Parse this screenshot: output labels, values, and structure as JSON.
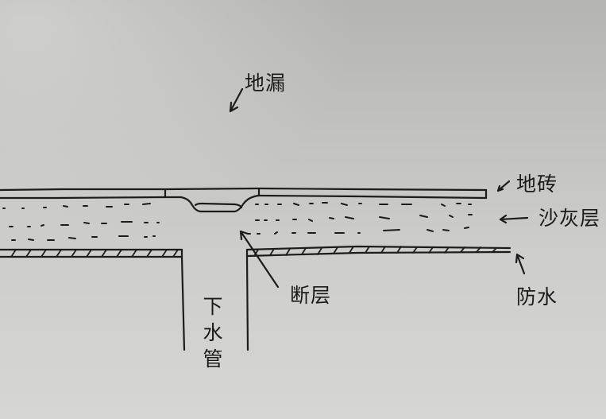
{
  "diagram": {
    "type": "hand-drawn cross-section sketch of a floor drain installation",
    "labels": {
      "floor_drain": "地漏",
      "floor_tile": "地砖",
      "mortar_layer": "沙灰层",
      "waterproofing": "防水",
      "fracture": "断层",
      "drain_pipe": "下水管"
    },
    "colors": {
      "paper": "#c8c8c6",
      "ink": "#1a1a1a"
    }
  }
}
